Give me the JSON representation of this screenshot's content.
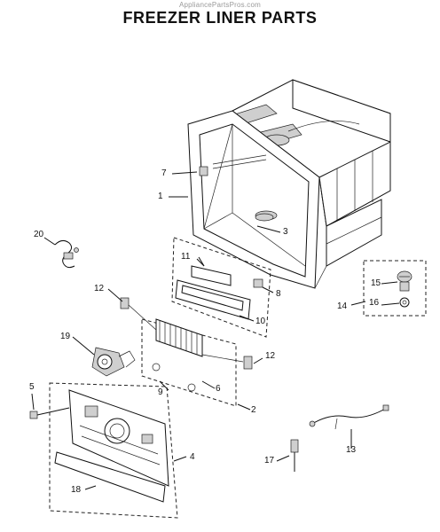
{
  "watermark": "AppliancePartsPros.com",
  "title": "FREEZER LINER PARTS",
  "callouts": {
    "c1": "1",
    "c2": "2",
    "c3": "3",
    "c4": "4",
    "c5": "5",
    "c6": "6",
    "c7": "7",
    "c8": "8",
    "c9": "9",
    "c10": "10",
    "c11": "11",
    "c12a": "12",
    "c12b": "12",
    "c13": "13",
    "c14": "14",
    "c15": "15",
    "c16": "16",
    "c17": "17",
    "c18": "18",
    "c19": "19",
    "c20": "20"
  }
}
